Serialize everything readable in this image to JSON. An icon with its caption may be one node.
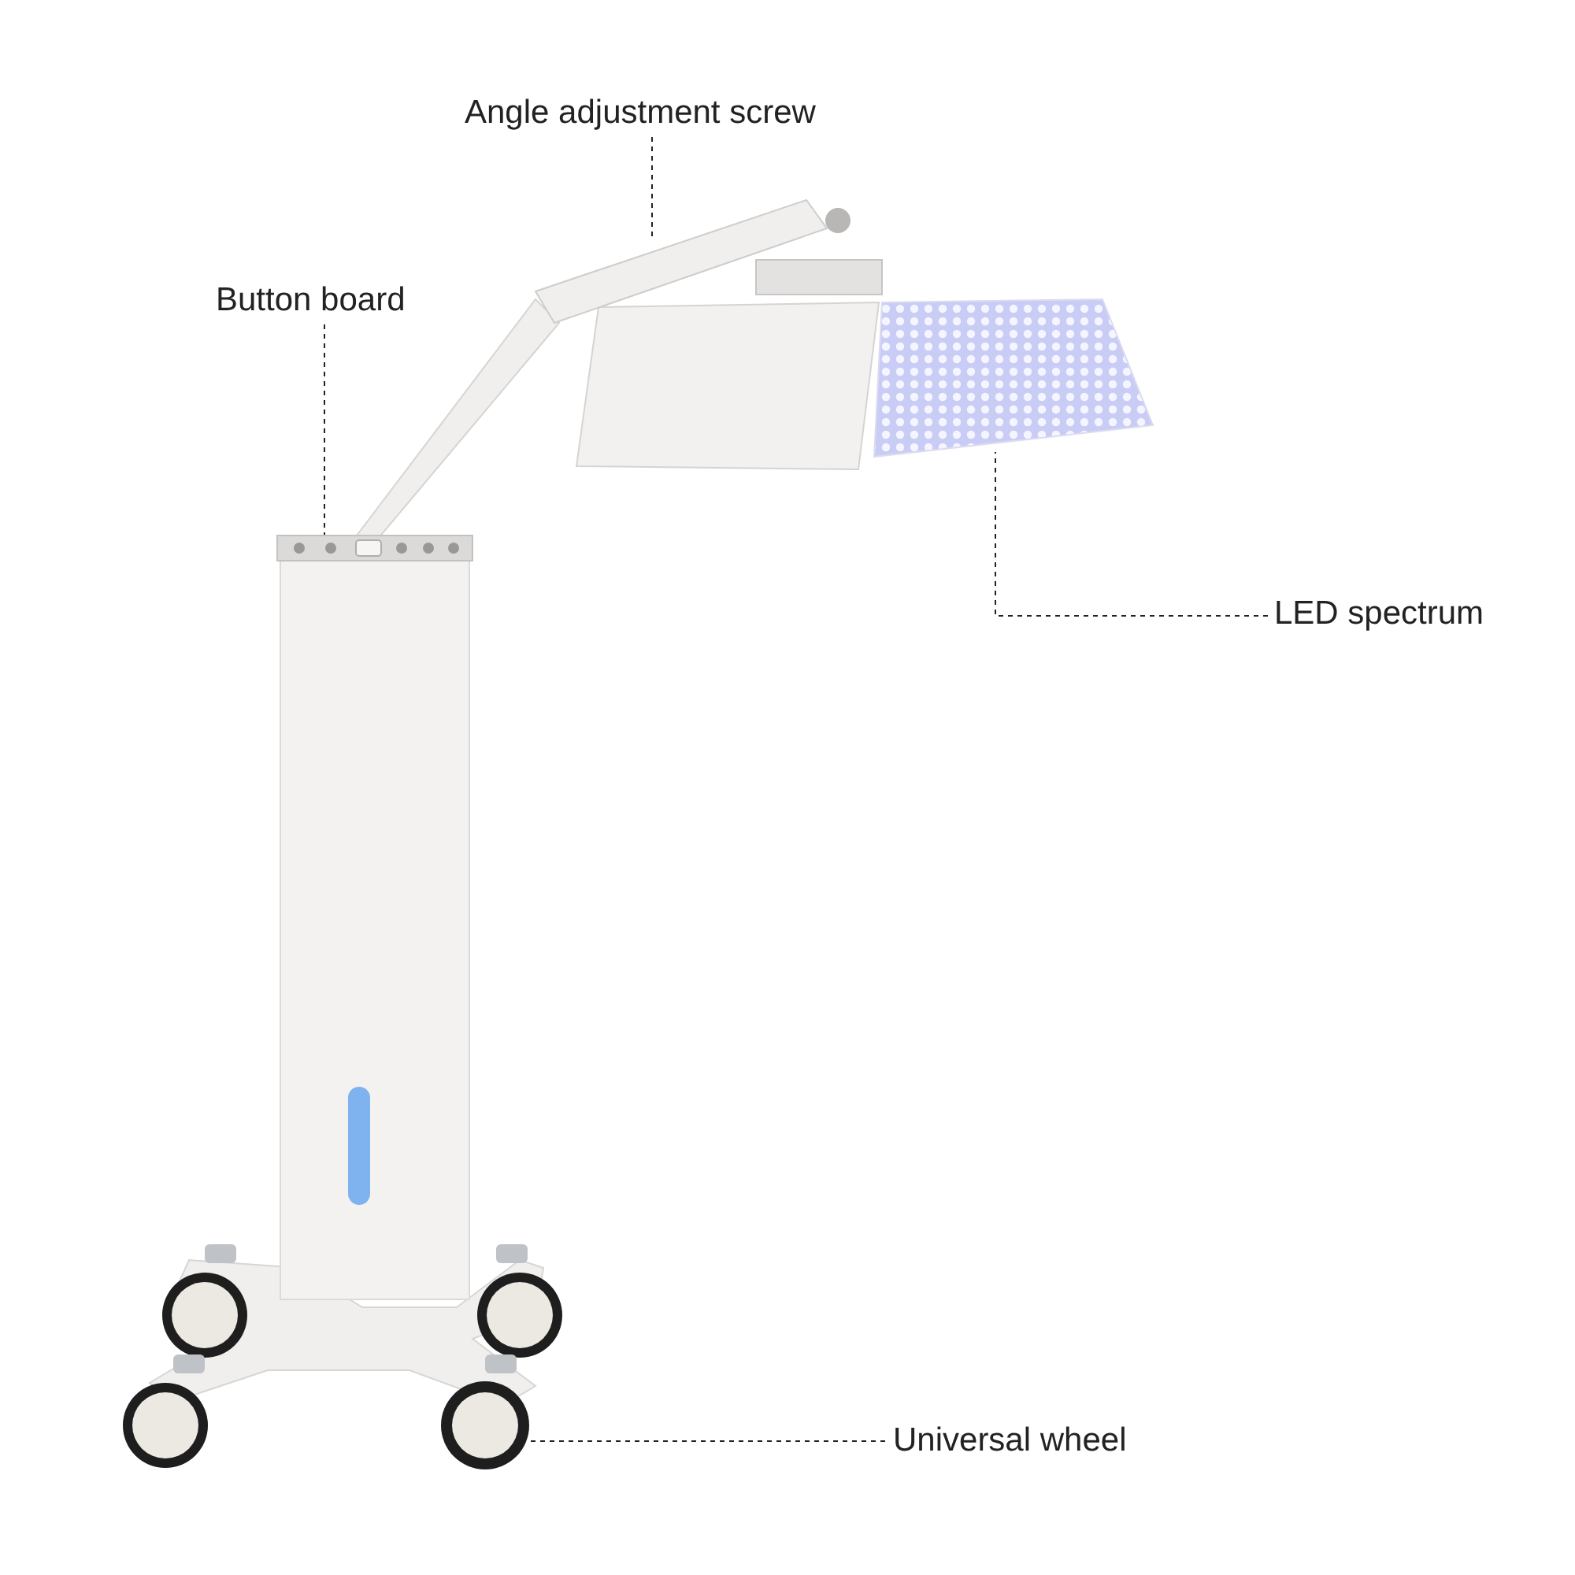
{
  "diagram": {
    "nodes": [
      {
        "text": [
          "Angle adjustment screw"
        ]
      },
      {
        "text": [
          "Button board"
        ]
      },
      {
        "text": [],
        "shape": "picture"
      },
      {
        "text": [],
        "shape": "picture"
      },
      {
        "text": [],
        "shape": "picture"
      },
      {
        "text": [
          "LED spectrum"
        ]
      },
      {
        "text": [],
        "shape": "picture"
      },
      {
        "text": [
          "Universal wheel"
        ]
      }
    ],
    "edges": [
      {
        "from": 0,
        "to": 2,
        "arrow": "none",
        "style": "dashed"
      },
      {
        "from": 1,
        "to": 3,
        "arrow": "none",
        "style": "dashed"
      },
      {
        "from": 5,
        "to": 4,
        "arrow": "none",
        "style": "dashed"
      },
      {
        "from": 7,
        "to": 6,
        "arrow": "none",
        "style": "dashed"
      }
    ]
  }
}
